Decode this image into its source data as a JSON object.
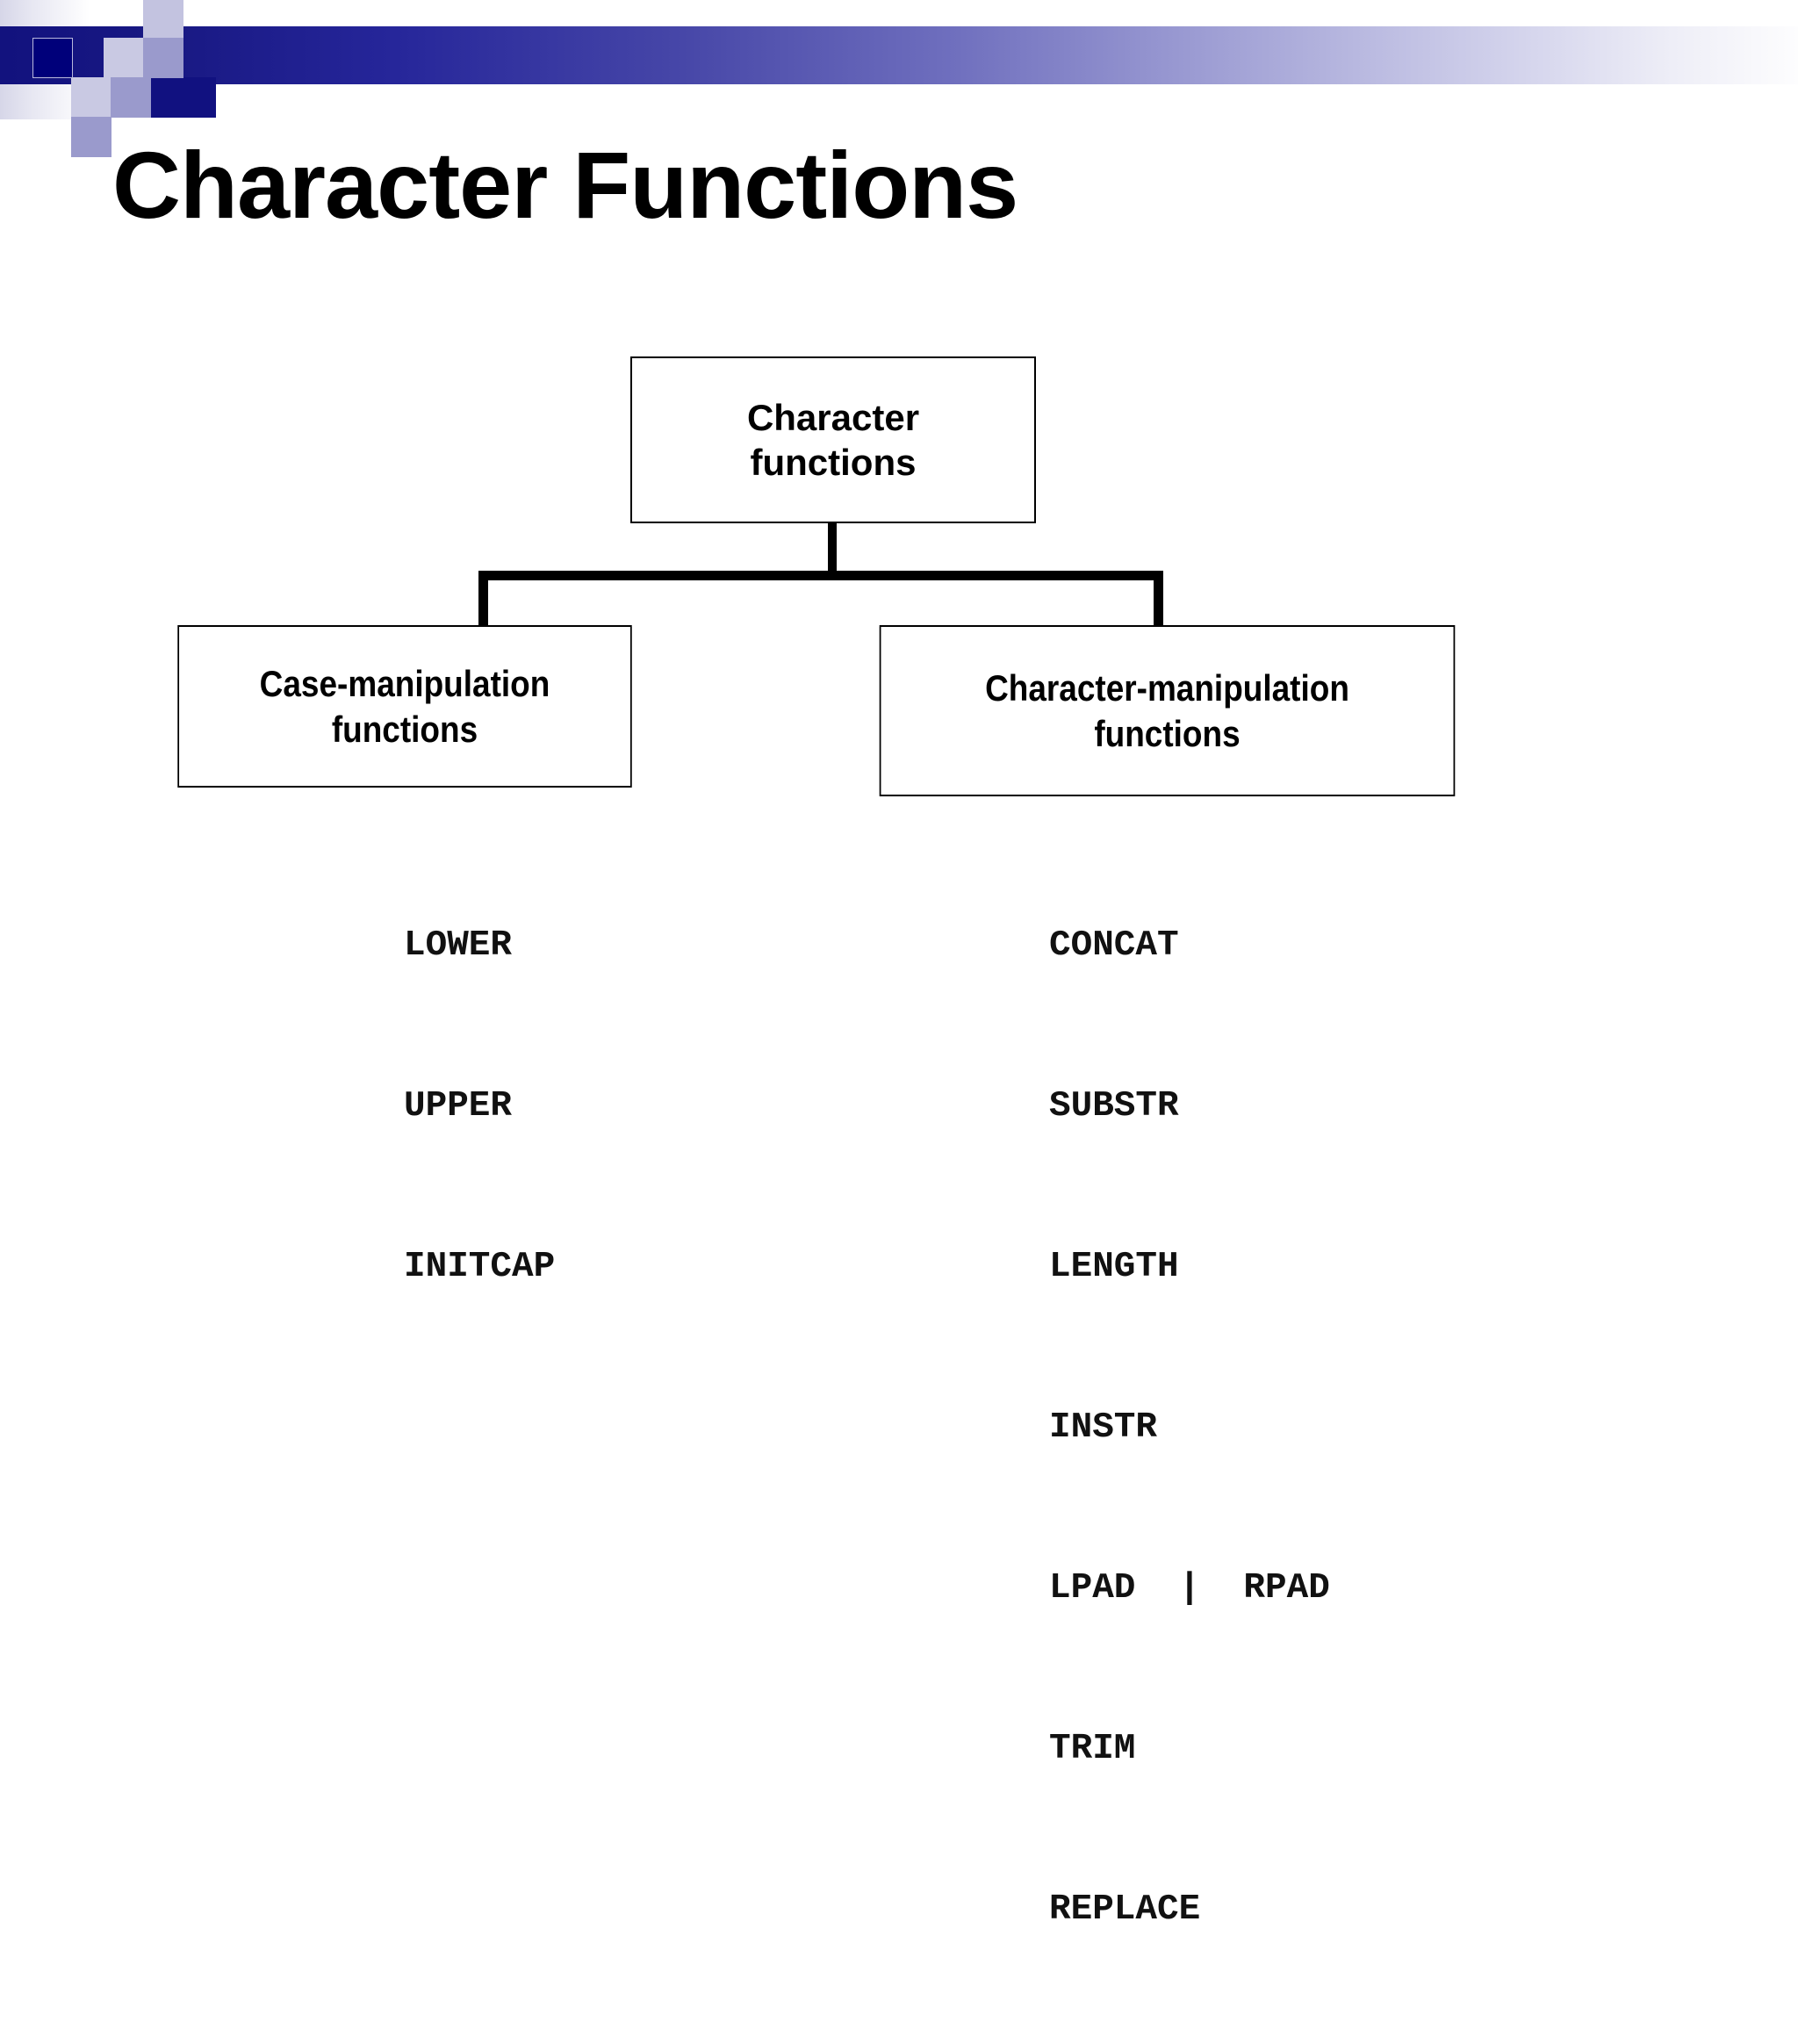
{
  "slide": {
    "title": "Character Functions"
  },
  "header": {
    "band_color_start": "#12127e",
    "band_color_end": "#fdfdfe",
    "accent_dark": "#00007a",
    "accent_mid": "#9a9acc",
    "accent_light": "#c9c9e3"
  },
  "diagram": {
    "type": "tree",
    "root": {
      "label_line1": "Character",
      "label_line2": "functions"
    },
    "children": [
      {
        "label_line1": "Case-manipulation",
        "label_line2": "functions",
        "functions": [
          "LOWER",
          "UPPER",
          "INITCAP"
        ]
      },
      {
        "label_line1": "Character-manipulation",
        "label_line2": "functions",
        "functions": [
          "CONCAT",
          "SUBSTR",
          "LENGTH",
          "INSTR",
          "LPAD  |  RPAD",
          "TRIM",
          "REPLACE"
        ]
      }
    ]
  }
}
